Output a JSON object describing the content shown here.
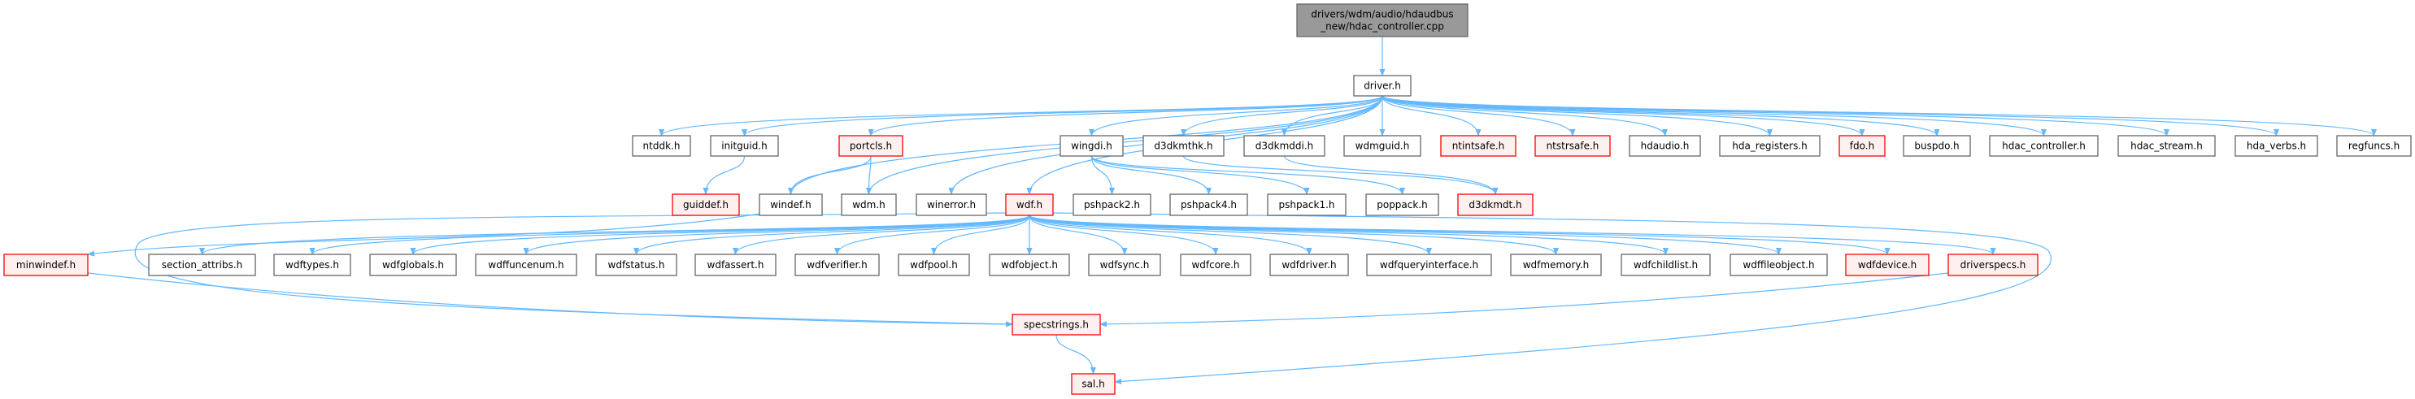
{
  "graph": {
    "title": "drivers/wdm/audio/hdaudbus_new/hdac_controller.cpp include dependency graph",
    "colors": {
      "edge": "#63b8ff",
      "root_fill": "#999999",
      "node_fill": "#ffffff",
      "node_border": "#666666",
      "incomplete_fill": "#fff0f0",
      "incomplete_border": "#ff0000"
    },
    "nodes": [
      {
        "id": "root",
        "label_lines": [
          "drivers/wdm/audio/hdaudbus",
          "_new/hdac_controller.cpp"
        ],
        "style": "root"
      },
      {
        "id": "driver",
        "label": "driver.h",
        "style": "normal"
      },
      {
        "id": "ntddk",
        "label": "ntddk.h",
        "style": "normal"
      },
      {
        "id": "initguid",
        "label": "initguid.h",
        "style": "normal"
      },
      {
        "id": "portcls",
        "label": "portcls.h",
        "style": "incomplete"
      },
      {
        "id": "wingdi",
        "label": "wingdi.h",
        "style": "normal"
      },
      {
        "id": "d3dkmthk",
        "label": "d3dkmthk.h",
        "style": "normal"
      },
      {
        "id": "d3dkmddi",
        "label": "d3dkmddi.h",
        "style": "normal"
      },
      {
        "id": "wdmguid",
        "label": "wdmguid.h",
        "style": "normal"
      },
      {
        "id": "ntintsafe",
        "label": "ntintsafe.h",
        "style": "incomplete"
      },
      {
        "id": "ntstrsafe",
        "label": "ntstrsafe.h",
        "style": "incomplete"
      },
      {
        "id": "hdaudio",
        "label": "hdaudio.h",
        "style": "normal"
      },
      {
        "id": "hda_registers",
        "label": "hda_registers.h",
        "style": "normal"
      },
      {
        "id": "fdo",
        "label": "fdo.h",
        "style": "incomplete"
      },
      {
        "id": "buspdo",
        "label": "buspdo.h",
        "style": "normal"
      },
      {
        "id": "hdac_controller",
        "label": "hdac_controller.h",
        "style": "normal"
      },
      {
        "id": "hdac_stream",
        "label": "hdac_stream.h",
        "style": "normal"
      },
      {
        "id": "hda_verbs",
        "label": "hda_verbs.h",
        "style": "normal"
      },
      {
        "id": "regfuncs",
        "label": "regfuncs.h",
        "style": "normal"
      },
      {
        "id": "guiddef",
        "label": "guiddef.h",
        "style": "incomplete"
      },
      {
        "id": "windef",
        "label": "windef.h",
        "style": "normal"
      },
      {
        "id": "wdm",
        "label": "wdm.h",
        "style": "normal"
      },
      {
        "id": "winerror",
        "label": "winerror.h",
        "style": "normal"
      },
      {
        "id": "wdf",
        "label": "wdf.h",
        "style": "incomplete"
      },
      {
        "id": "pshpack2",
        "label": "pshpack2.h",
        "style": "normal"
      },
      {
        "id": "pshpack4",
        "label": "pshpack4.h",
        "style": "normal"
      },
      {
        "id": "pshpack1",
        "label": "pshpack1.h",
        "style": "normal"
      },
      {
        "id": "poppack",
        "label": "poppack.h",
        "style": "normal"
      },
      {
        "id": "d3dkmdt",
        "label": "d3dkmdt.h",
        "style": "incomplete"
      },
      {
        "id": "minwindef",
        "label": "minwindef.h",
        "style": "incomplete"
      },
      {
        "id": "section_attribs",
        "label": "section_attribs.h",
        "style": "normal"
      },
      {
        "id": "wdftypes",
        "label": "wdftypes.h",
        "style": "normal"
      },
      {
        "id": "wdfglobals",
        "label": "wdfglobals.h",
        "style": "normal"
      },
      {
        "id": "wdffuncenum",
        "label": "wdffuncenum.h",
        "style": "normal"
      },
      {
        "id": "wdfstatus",
        "label": "wdfstatus.h",
        "style": "normal"
      },
      {
        "id": "wdfassert",
        "label": "wdfassert.h",
        "style": "normal"
      },
      {
        "id": "wdfverifier",
        "label": "wdfverifier.h",
        "style": "normal"
      },
      {
        "id": "wdfpool",
        "label": "wdfpool.h",
        "style": "normal"
      },
      {
        "id": "wdfobject",
        "label": "wdfobject.h",
        "style": "normal"
      },
      {
        "id": "wdfsync",
        "label": "wdfsync.h",
        "style": "normal"
      },
      {
        "id": "wdfcore",
        "label": "wdfcore.h",
        "style": "normal"
      },
      {
        "id": "wdfdriver",
        "label": "wdfdriver.h",
        "style": "normal"
      },
      {
        "id": "wdfqueryinterface",
        "label": "wdfqueryinterface.h",
        "style": "normal"
      },
      {
        "id": "wdfmemory",
        "label": "wdfmemory.h",
        "style": "normal"
      },
      {
        "id": "wdfchildlist",
        "label": "wdfchildlist.h",
        "style": "normal"
      },
      {
        "id": "wdffileobject",
        "label": "wdffileobject.h",
        "style": "normal"
      },
      {
        "id": "wdfdevice",
        "label": "wdfdevice.h",
        "style": "incomplete"
      },
      {
        "id": "driverspecs",
        "label": "driverspecs.h",
        "style": "incomplete"
      },
      {
        "id": "specstrings",
        "label": "specstrings.h",
        "style": "incomplete"
      },
      {
        "id": "sal",
        "label": "sal.h",
        "style": "incomplete"
      }
    ],
    "edges": [
      [
        "root",
        "driver"
      ],
      [
        "driver",
        "ntddk"
      ],
      [
        "driver",
        "initguid"
      ],
      [
        "driver",
        "portcls"
      ],
      [
        "driver",
        "wingdi"
      ],
      [
        "driver",
        "d3dkmthk"
      ],
      [
        "driver",
        "d3dkmddi"
      ],
      [
        "driver",
        "wdmguid"
      ],
      [
        "driver",
        "ntintsafe"
      ],
      [
        "driver",
        "ntstrsafe"
      ],
      [
        "driver",
        "hdaudio"
      ],
      [
        "driver",
        "hda_registers"
      ],
      [
        "driver",
        "fdo"
      ],
      [
        "driver",
        "buspdo"
      ],
      [
        "driver",
        "hdac_controller"
      ],
      [
        "driver",
        "hdac_stream"
      ],
      [
        "driver",
        "hda_verbs"
      ],
      [
        "driver",
        "regfuncs"
      ],
      [
        "driver",
        "windef"
      ],
      [
        "driver",
        "wdm"
      ],
      [
        "driver",
        "winerror"
      ],
      [
        "driver",
        "wdf"
      ],
      [
        "initguid",
        "guiddef"
      ],
      [
        "portcls",
        "windef"
      ],
      [
        "portcls",
        "wdm"
      ],
      [
        "wingdi",
        "pshpack2"
      ],
      [
        "wingdi",
        "pshpack4"
      ],
      [
        "wingdi",
        "pshpack1"
      ],
      [
        "wingdi",
        "poppack"
      ],
      [
        "d3dkmthk",
        "d3dkmdt"
      ],
      [
        "d3dkmddi",
        "d3dkmdt"
      ],
      [
        "windef",
        "minwindef"
      ],
      [
        "wdf",
        "section_attribs"
      ],
      [
        "wdf",
        "wdftypes"
      ],
      [
        "wdf",
        "wdfglobals"
      ],
      [
        "wdf",
        "wdffuncenum"
      ],
      [
        "wdf",
        "wdfstatus"
      ],
      [
        "wdf",
        "wdfassert"
      ],
      [
        "wdf",
        "wdfverifier"
      ],
      [
        "wdf",
        "wdfpool"
      ],
      [
        "wdf",
        "wdfobject"
      ],
      [
        "wdf",
        "wdfsync"
      ],
      [
        "wdf",
        "wdfcore"
      ],
      [
        "wdf",
        "wdfdriver"
      ],
      [
        "wdf",
        "wdfqueryinterface"
      ],
      [
        "wdf",
        "wdfmemory"
      ],
      [
        "wdf",
        "wdfchildlist"
      ],
      [
        "wdf",
        "wdffileobject"
      ],
      [
        "wdf",
        "wdfdevice"
      ],
      [
        "wdf",
        "driverspecs"
      ],
      [
        "wdf",
        "specstrings"
      ],
      [
        "wdf",
        "sal"
      ],
      [
        "minwindef",
        "specstrings"
      ],
      [
        "driverspecs",
        "specstrings"
      ],
      [
        "specstrings",
        "sal"
      ]
    ]
  }
}
